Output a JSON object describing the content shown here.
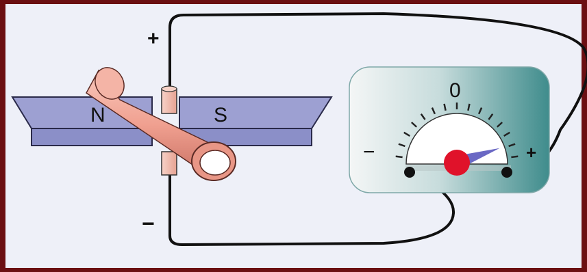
{
  "diagram": {
    "terminal_labels": {
      "top_plus": "+",
      "bottom_minus": "−"
    },
    "magnet": {
      "north_label": "N",
      "south_label": "S"
    },
    "meter": {
      "zero_label": "0",
      "minus_label": "−",
      "plus_label": "+",
      "needle_level_fraction": 0.93
    },
    "colors": {
      "frame": "#6b0f12",
      "magnet_fill": "#9da0d2",
      "conductor": "#f0a090",
      "meter_face": "#3f8c8c",
      "needle_hub": "#e0122a"
    }
  }
}
